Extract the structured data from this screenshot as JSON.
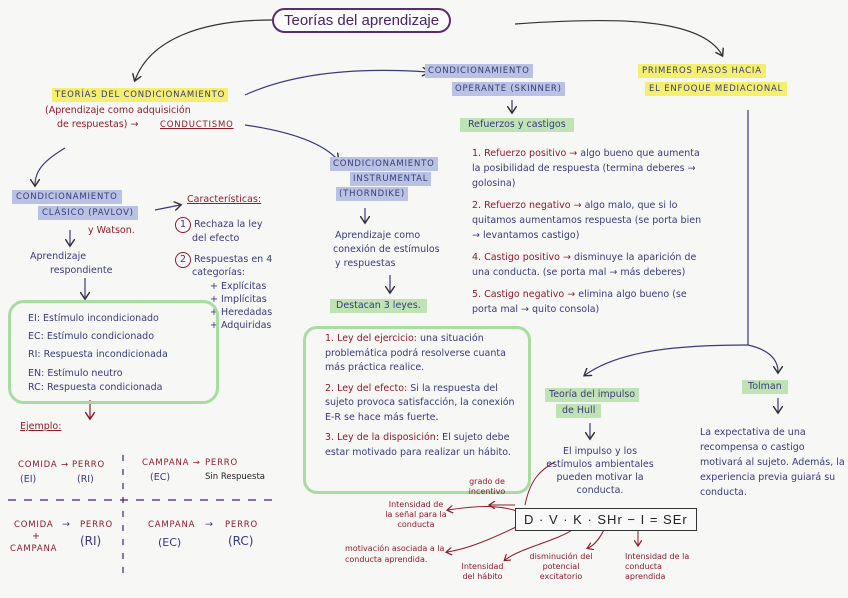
{
  "title": "Teorías del aprendizaje",
  "condicionamiento": {
    "heading": "TEORÍAS DEL CONDICIONAMIENTO",
    "subtitle_1": "(Aprendizaje como adquisición",
    "subtitle_2": "de respuestas) →",
    "conductismo": "CONDUCTISMO"
  },
  "clasico": {
    "heading_1": "CONDICIONAMIENTO",
    "heading_2": "CLÁSICO (PAVLOV)",
    "watson": "y Watson.",
    "aprendizaje_1": "Aprendizaje",
    "aprendizaje_2": "respondiente",
    "caracteristicas_label": "Características:",
    "car_1_num": "1",
    "car_1_text_a": "Rechaza la ley",
    "car_1_text_b": "del efecto",
    "car_2_num": "2",
    "car_2_text_a": "Respuestas en 4",
    "car_2_text_b": "categorías:",
    "categorias": [
      "+ Explícitas",
      "+ Implícitas",
      "+ Heredadas",
      "+ Adquiridas"
    ],
    "legend": [
      {
        "code": "EI",
        "text": "Estímulo incondicionado"
      },
      {
        "code": "EC",
        "text": "Estímulo condicionado"
      },
      {
        "code": "RI",
        "text": "Respuesta incondicionada"
      },
      {
        "code": "EN",
        "text": "Estímulo neutro"
      },
      {
        "code": "RC",
        "text": "Respuesta condicionada"
      }
    ],
    "ejemplo_label": "Ejemplo:",
    "ejemplos": {
      "q1_a": "COMIDA →",
      "q1_b": "PERRO",
      "q1_c": "(EI)",
      "q1_d": "(RI)",
      "q2_a": "CAMPANA →",
      "q2_b": "PERRO",
      "q2_c": "(EC)",
      "q2_d": "Sin Respuesta",
      "q3_a": "COMIDA",
      "q3_plus": "+",
      "q3_c": "CAMPANA",
      "q3_arrow": "→",
      "q3_b": "PERRO",
      "q3_d": "(RI)",
      "q4_a": "CAMPANA",
      "q4_arrow": "→",
      "q4_b": "PERRO",
      "q4_c": "(EC)",
      "q4_d": "(RC)"
    }
  },
  "instrumental": {
    "heading_1": "CONDICIONAMIENTO",
    "heading_2": "INSTRUMENTAL",
    "heading_3": "(THORNDIKE)",
    "desc_1": "Aprendizaje como",
    "desc_2": "conexión de estímulos",
    "desc_3": "y respuestas",
    "destacan": "Destacan 3 leyes.",
    "leyes": [
      {
        "title": "1. Ley del ejercicio:",
        "text": "una situación problemática podrá resolverse cuanta más práctica realice."
      },
      {
        "title": "2. Ley del efecto:",
        "text": "Si la respuesta del sujeto provoca satisfacción, la conexión E-R se hace más fuerte."
      },
      {
        "title": "3. Ley de la disposición:",
        "text": "El sujeto debe estar motivado para realizar un hábito."
      }
    ]
  },
  "operante": {
    "heading_1": "CONDICIONAMIENTO",
    "heading_2": "OPERANTE (SKINNER)",
    "refuerzos": "Refuerzos y castigos",
    "items": [
      {
        "title": "1. Refuerzo positivo →",
        "text": "algo bueno que aumenta la posibilidad de respuesta (termina deberes → golosina)"
      },
      {
        "title": "2. Refuerzo negativo →",
        "text": "algo malo, que si lo quitamos aumentamos respuesta (se porta bien → levantamos castigo)"
      },
      {
        "title": "4. Castigo positivo →",
        "text": "disminuye la aparición de una conducta. (se porta mal → más deberes)"
      },
      {
        "title": "5. Castigo negativo →",
        "text": "elimina algo bueno (se porta mal → quito consola)"
      }
    ]
  },
  "mediacional": {
    "heading_1": "PRIMEROS PASOS HACIA",
    "heading_2": "EL ENFOQUE MEDIACIONAL",
    "hull_1": "Teoría del impulso",
    "hull_2": "de Hull",
    "hull_desc": "El impulso y los estímulos ambientales pueden motivar la conducta.",
    "tolman": "Tolman",
    "tolman_desc": "La expectativa de una recompensa o castigo motivará al sujeto. Además, la experiencia previa guiará su conducta.",
    "formula": "D · V · K · SHr − I = SEr",
    "formula_labels": {
      "grado": "grado de incentivo",
      "intensidad_senal": "Intensidad de la señal para la conducta",
      "motivacion": "motivación asociada a la conducta aprendida.",
      "intensidad_habito": "Intensidad del hábito",
      "disminucion": "disminución del potencial excitatorio",
      "intensidad_conducta": "Intensidad de la conducta aprendida"
    }
  },
  "colors": {
    "ink_blue": "#3a3a7a",
    "ink_red": "#8a1c2c",
    "highlight_yellow": "#f4ef6e",
    "highlight_blue": "#b9c2e3",
    "highlight_green": "#bfe3b5",
    "title_purple": "#4a2360"
  }
}
